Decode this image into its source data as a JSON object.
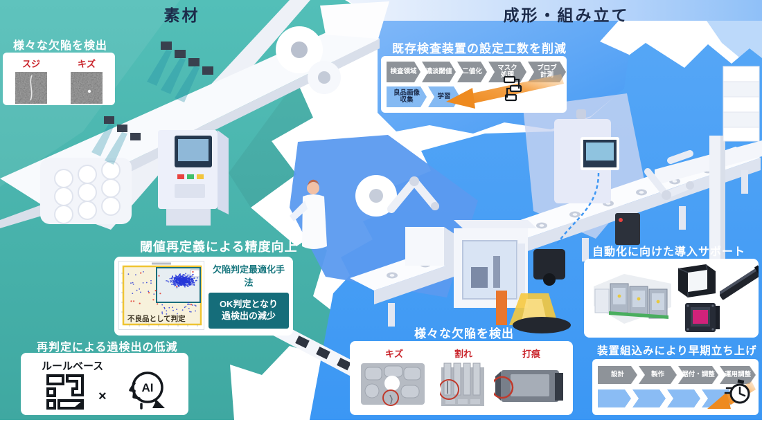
{
  "sections": {
    "material": {
      "title": "素材"
    },
    "forming": {
      "title": "成形・組み立て"
    }
  },
  "callouts": {
    "defects_material": {
      "title": "様々な欠陥を検出",
      "items": [
        {
          "label": "スジ"
        },
        {
          "label": "キズ"
        }
      ]
    },
    "threshold": {
      "title": "閾値再定義による精度向上",
      "method_label": "欠陥判定最適化手法",
      "result_box": "OK判定となり\n過検出の減少",
      "plot_region_label": "不良品として判定"
    },
    "rejudge": {
      "title": "再判定による過検出の低減",
      "rule_label": "ルールベース",
      "times_symbol": "×",
      "ai_label": "AI"
    },
    "existing_inspection": {
      "title": "既存検査装置の設定工数を削減",
      "gray_steps": [
        "検査領域",
        "濃淡閾値",
        "二値化",
        "マスク\n処理",
        "ブロブ\n計測"
      ],
      "blue_steps": [
        "良品画像\n収集",
        "学習"
      ]
    },
    "defects_forming": {
      "title": "様々な欠陥を検出",
      "items": [
        {
          "label": "キズ"
        },
        {
          "label": "割れ"
        },
        {
          "label": "打痕"
        }
      ]
    },
    "automation": {
      "title": "自動化に向けた導入サポート"
    },
    "startup": {
      "title": "装置組込みにより早期立ち上げ",
      "steps": [
        "設計",
        "製作",
        "据付・調整",
        "運用調整"
      ]
    }
  },
  "colors": {
    "teal": "#45B2AB",
    "blue": "#419CF5",
    "navy": "#1C2B4A",
    "red_label": "#C9242B",
    "teal_box": "#156D7A",
    "orange": "#F09126"
  }
}
